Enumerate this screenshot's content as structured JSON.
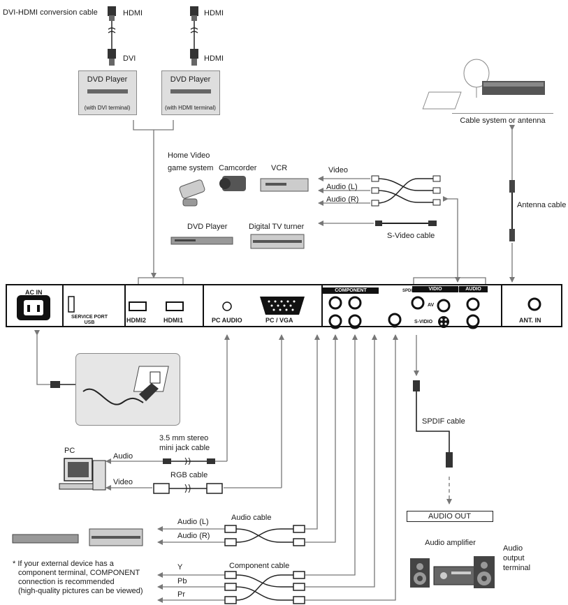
{
  "top": {
    "conversion_cable": "DVI-HDMI conversion cable",
    "left_top_plug": "HDMI",
    "left_bottom_plug": "DVI",
    "right_top_plug": "HDMI",
    "right_bottom_plug": "HDMI",
    "dvd1_title": "DVD Player",
    "dvd1_sub": "(with DVI terminal)",
    "dvd2_title": "DVD Player",
    "dvd2_sub": "(with HDMI terminal)"
  },
  "antenna": {
    "box_label": "Cable system or antenna",
    "cable_label": "Antenna cable"
  },
  "video_box": {
    "game_line1": "Home Video",
    "game_line2": "game system",
    "camcorder": "Camcorder",
    "vcr": "VCR",
    "dvd": "DVD Player",
    "tv_tuner": "Digital TV turner"
  },
  "av_signals": {
    "video": "Video",
    "audio_l": "Audio (L)",
    "audio_r": "Audio (R)",
    "svideo_cable": "S-Video cable"
  },
  "panel": {
    "ac_in": "AC IN",
    "service_port_line1": "SERVICE PORT",
    "service_port_line2": "USB",
    "hdmi2": "HDMI2",
    "hdmi1": "HDMI1",
    "pc_audio": "PC AUDIO",
    "pc_vga": "PC / VGA",
    "component_header": "COMPONENT",
    "spdif_out": "SPDIF OUT",
    "video_header": "VIDIO",
    "audio_header": "AUDIO",
    "av": "AV",
    "svideo": "S-VIDIO",
    "ant_in": "ANT. IN"
  },
  "pc_section": {
    "jack_line1": "3.5 mm stereo",
    "jack_line2": "mini jack cable",
    "pc": "PC",
    "audio": "Audio",
    "rgb_cable": "RGB cable",
    "video": "Video"
  },
  "spdif": {
    "cable": "SPDIF cable",
    "audio_out": "AUDIO OUT",
    "amplifier": "Audio amplifier",
    "terminal_line1": "Audio",
    "terminal_line2": "output",
    "terminal_line3": "terminal"
  },
  "component_section": {
    "audio_cable": "Audio cable",
    "audio_l": "Audio (L)",
    "audio_r": "Audio (R)",
    "component_cable": "Component cable",
    "y": "Y",
    "pb": "Pb",
    "pr": "Pr",
    "note_line1": "* If your external device has a",
    "note_line2": "component terminal, COMPONENT",
    "note_line3": "connection is recommended",
    "note_line4": "(high-quality pictures can be viewed)"
  }
}
